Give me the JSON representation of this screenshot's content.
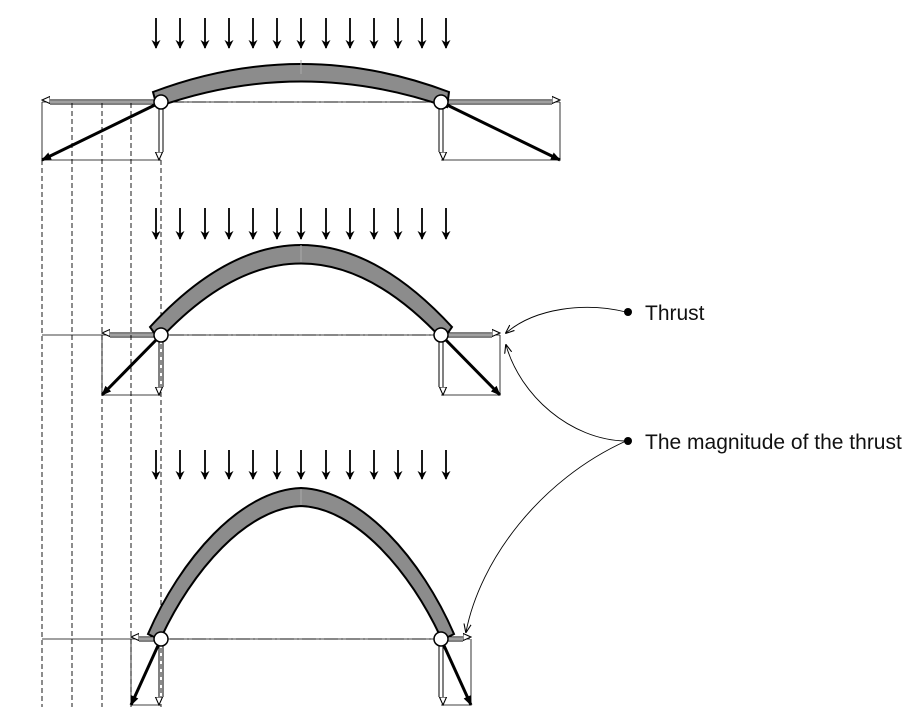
{
  "labels": {
    "thrust": "Thrust",
    "magnitude": "The magnitude of the thrust"
  },
  "colors": {
    "arch_fill": "#8c8c8c",
    "line": "#000000",
    "background": "#ffffff"
  },
  "arches": [
    {
      "name": "low-rise-arch",
      "rise": "low"
    },
    {
      "name": "medium-rise-arch",
      "rise": "medium"
    },
    {
      "name": "high-rise-arch",
      "rise": "high"
    }
  ]
}
